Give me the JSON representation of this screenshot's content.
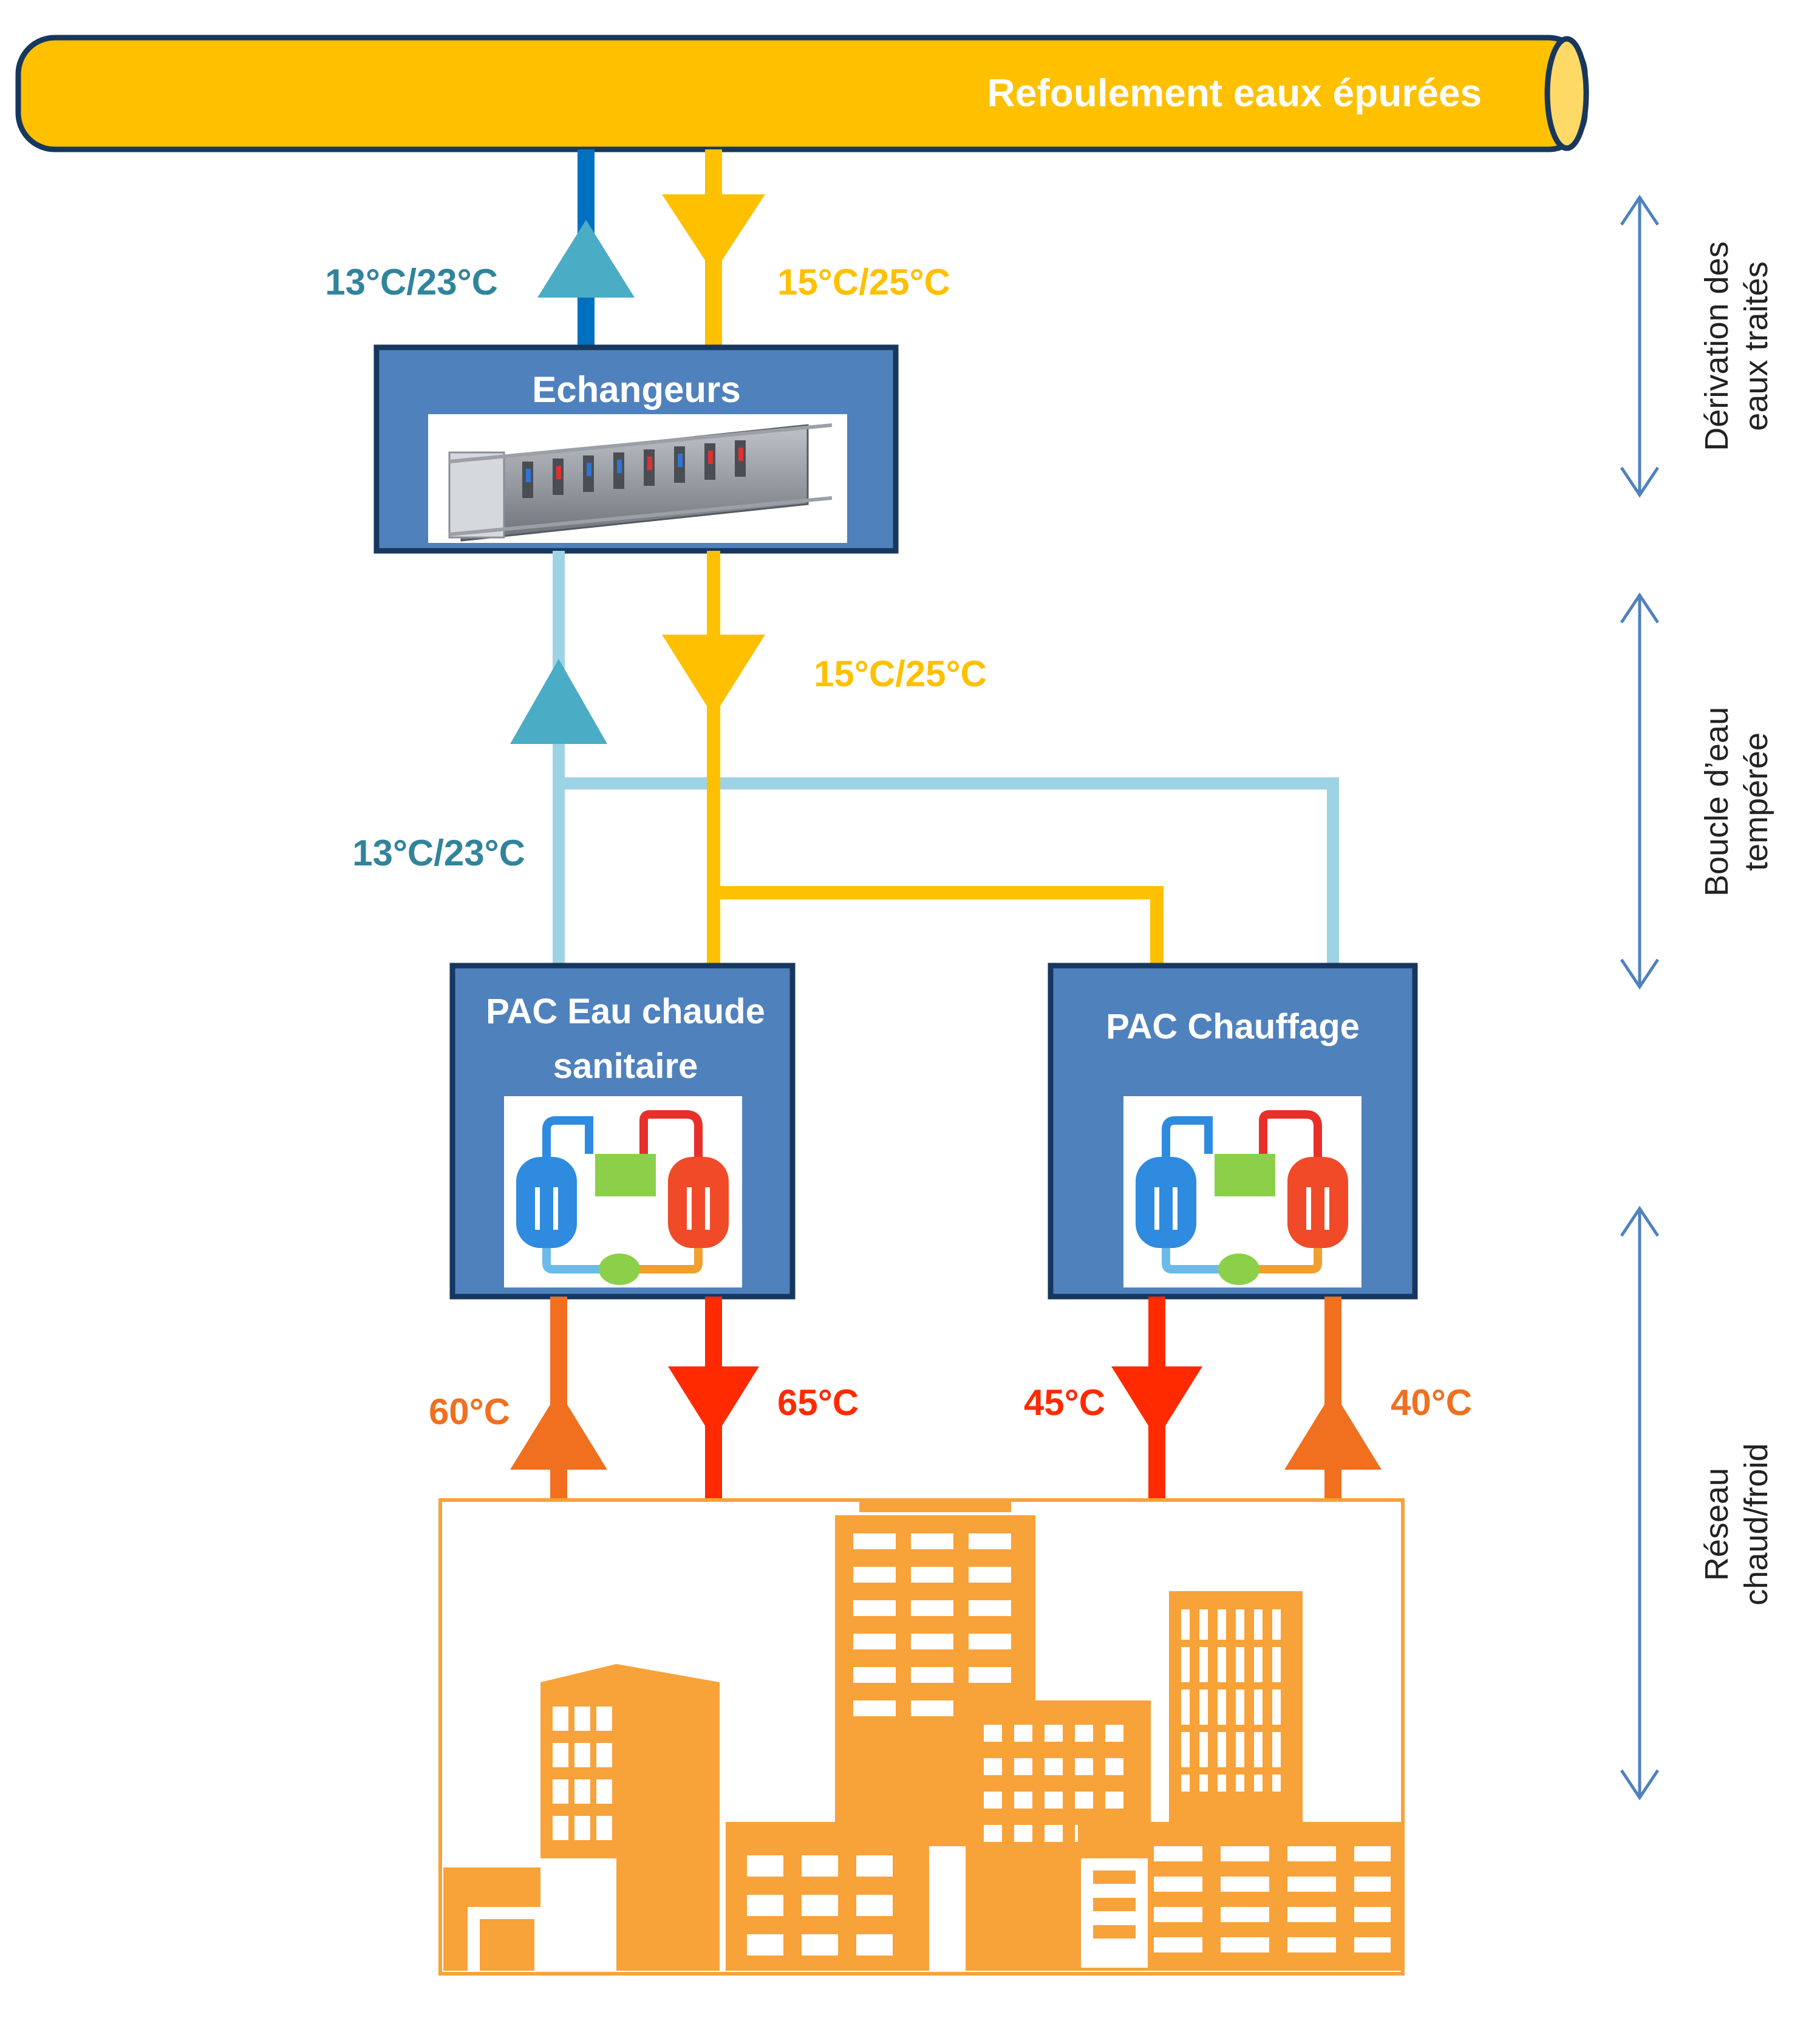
{
  "pipe": {
    "label": "Refoulement eaux épurées"
  },
  "exchanger": {
    "label": "Echangeurs"
  },
  "heat_pumps": [
    {
      "label_line1": "PAC  Eau chaude",
      "label_line2": "sanitaire"
    },
    {
      "label_line1": "PAC Chauffage"
    }
  ],
  "temperatures": {
    "top_return": "13°C/23°C",
    "top_supply": "15°C/25°C",
    "loop_supply": "15°C/25°C",
    "loop_return": "13°C/23°C",
    "dhw_return": "60°C",
    "dhw_supply": "65°C",
    "heating_supply": "45°C",
    "heating_return": "40°C"
  },
  "zones": [
    {
      "line1": "Dérivation des",
      "line2": "eaux traités"
    },
    {
      "line1": "Boucle d’eau",
      "line2": "tempérée"
    },
    {
      "line1": "Réseau",
      "line2": "chaud/froid"
    }
  ],
  "colors": {
    "pipe": "#FFC000",
    "supply_warm": "#FFC000",
    "return_blue": "#0070C0",
    "return_light": "#9DD3E4",
    "arrow_teal": "#4BACC6",
    "label_teal": "#31849B",
    "hot_red": "#FF2A00",
    "hot_orange": "#F07020",
    "box_fill": "#4F81BD",
    "box_border": "#17375E",
    "building": "#F8A23A",
    "side_arrow": "#4F81BD"
  }
}
